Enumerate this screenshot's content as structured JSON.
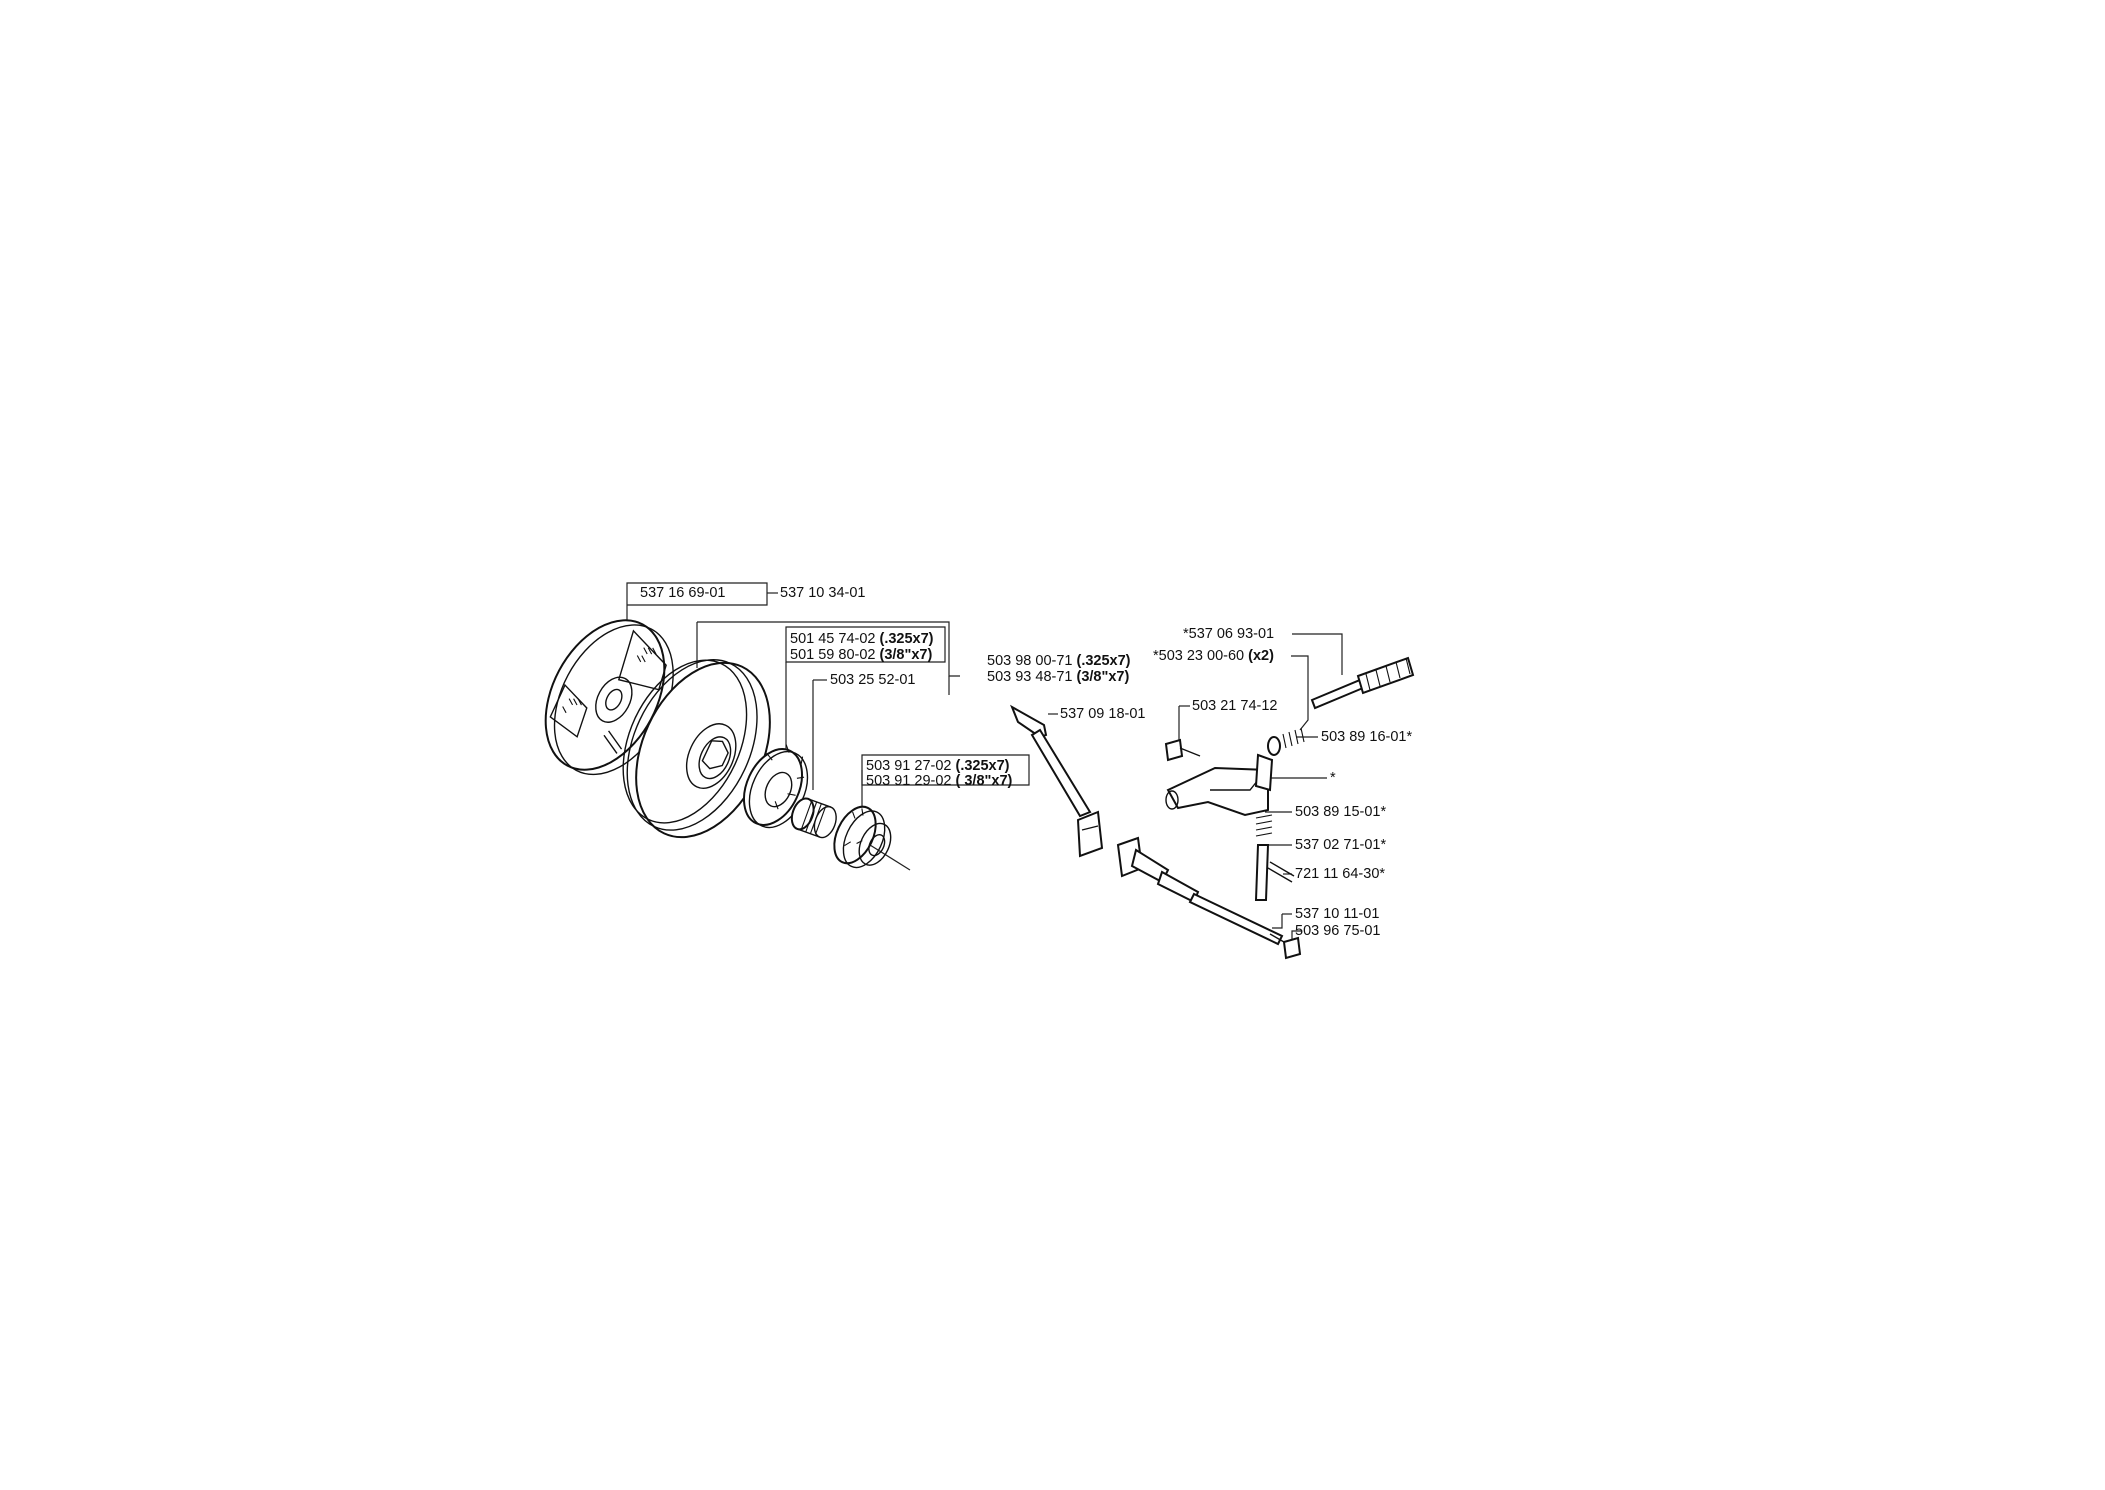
{
  "labels": {
    "clutch_assembly": "537 16 69-01",
    "clutch_complete": "537 10 34-01",
    "drum_325": {
      "number": "501 45 74-02",
      "spec": "(.325x7)"
    },
    "drum_38": {
      "number": "501 59 80-02",
      "spec": "(3/8\"x7)"
    },
    "drum_kit_325": {
      "number": "503 98 00-71",
      "spec": "(.325x7)"
    },
    "drum_kit_38": {
      "number": "503 93 48-71",
      "spec": "(3/8\"x7)"
    },
    "needle_bearing": "503 25 52-01",
    "rim_325": {
      "number": "503 91 27-02",
      "spec": "(.325x7)"
    },
    "rim_38": {
      "number": "503 91 29-02",
      "spec": "( 3/8\"x7)"
    },
    "lever": "537 09 18-01",
    "screw_top": "503 21 74-12",
    "shaft_star": "*537 06 93-01",
    "washer_x2": {
      "number": "*503 23 00-60",
      "spec": "(x2)"
    },
    "spring_star": "503 89 16-01*",
    "bracket_star": "*",
    "spring2_star": "503 89 15-01*",
    "pin_star": "537 02 71-01*",
    "roll_pin_star": "721 11 64-30*",
    "brake_shaft": "537 10 11-01",
    "nut": "503 96 75-01"
  }
}
